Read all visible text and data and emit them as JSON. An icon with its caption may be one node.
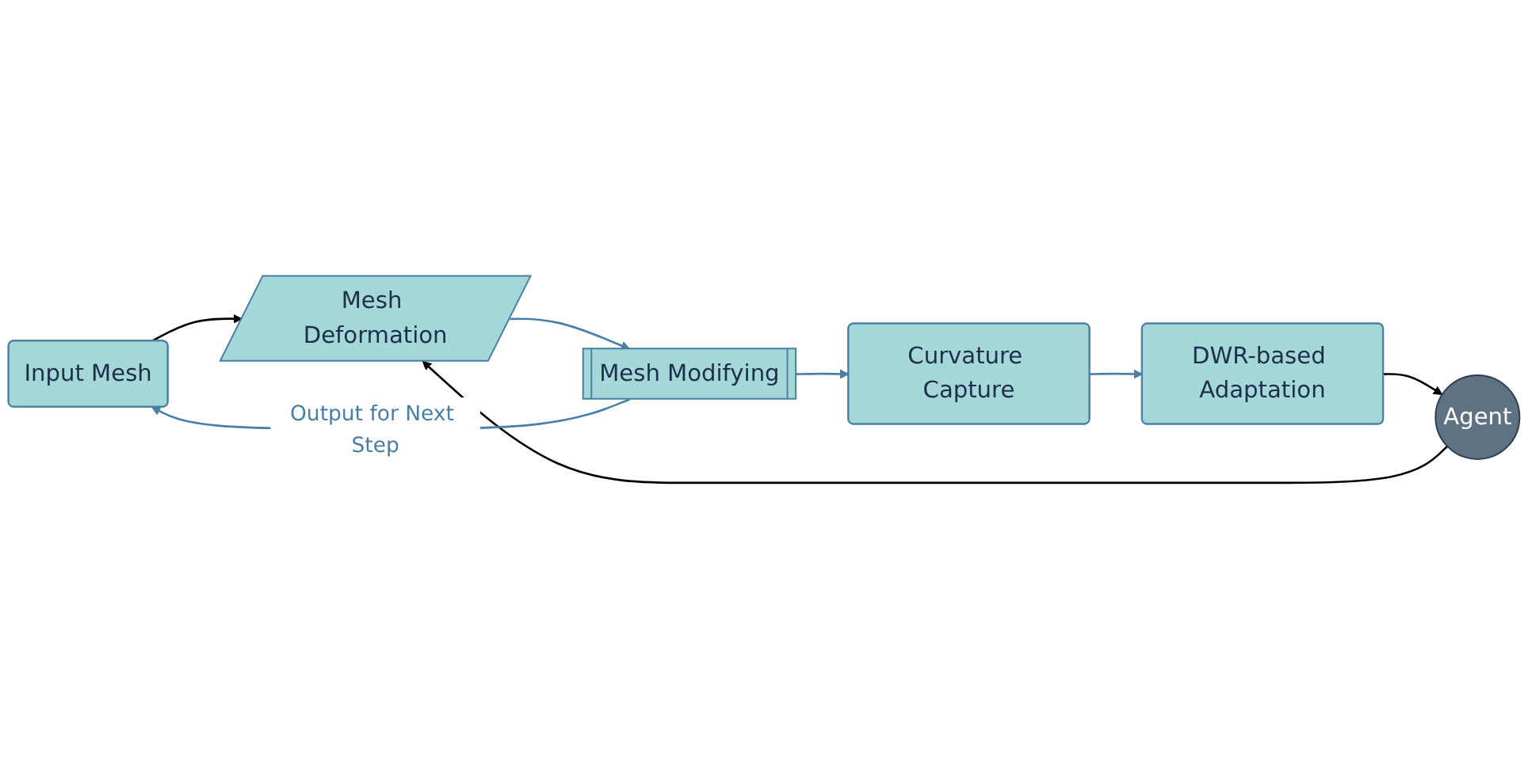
{
  "diagram": {
    "nodes": [
      {
        "text": [
          "Input Mesh"
        ]
      },
      {
        "text": [
          "Mesh Deformation"
        ]
      },
      {
        "text": [
          "Mesh Modifying"
        ]
      },
      {
        "text": [
          "Curvature Capture"
        ]
      },
      {
        "text": [
          "DWR-based Adaptation"
        ]
      },
      {
        "text": [
          "Agent"
        ]
      }
    ],
    "edges": [
      {
        "from": 0,
        "to": 1,
        "arrow": "to",
        "color": "#000000"
      },
      {
        "from": 1,
        "to": 2,
        "arrow": "to"
      },
      {
        "from": 2,
        "to": 3,
        "arrow": "to"
      },
      {
        "from": 3,
        "to": 4,
        "arrow": "to"
      },
      {
        "from": 4,
        "to": 5,
        "arrow": "to",
        "color": "#000000"
      },
      {
        "from": 5,
        "to": 1,
        "arrow": "to",
        "color": "#000000"
      },
      {
        "from": 2,
        "to": 0,
        "arrow": "to",
        "label": "Output for Next Step"
      }
    ]
  }
}
